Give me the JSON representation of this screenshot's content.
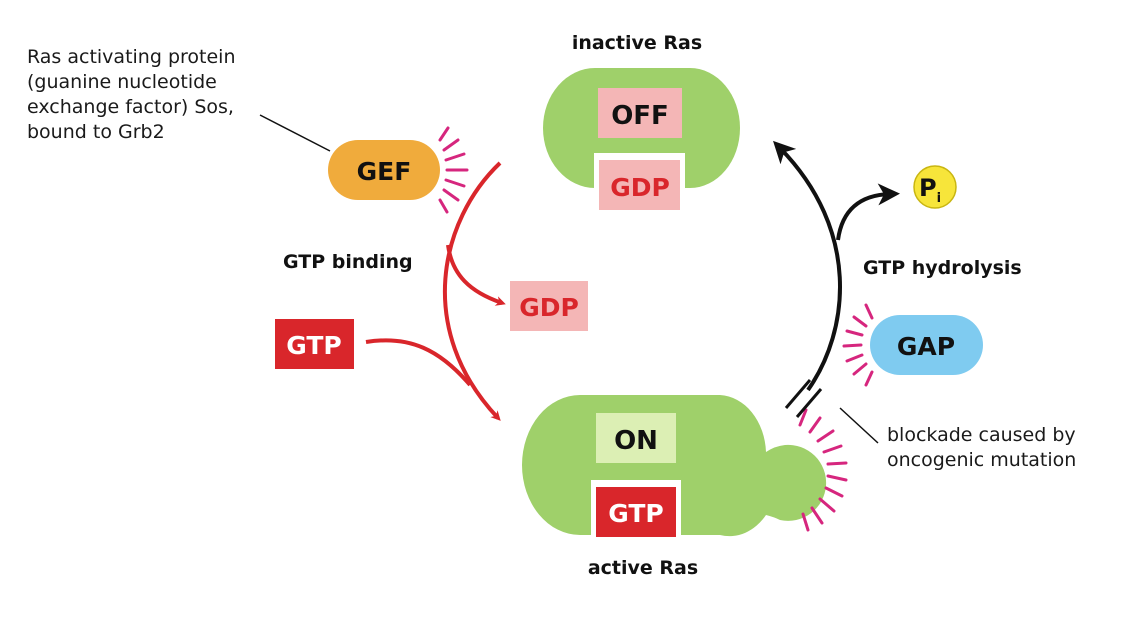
{
  "labels": {
    "inactive_ras": "inactive Ras",
    "active_ras": "active Ras",
    "gef_desc": [
      "Ras activating protein",
      "(guanine nucleotide",
      "exchange factor) Sos,",
      "bound to Grb2"
    ],
    "gtp_binding": "GTP binding",
    "gtp_hydrolysis": "GTP hydrolysis",
    "blockade": [
      "blockade caused by",
      "oncogenic mutation"
    ]
  },
  "boxes": {
    "off": "OFF",
    "gdp_bound": "GDP",
    "gdp_released": "GDP",
    "gtp_free": "GTP",
    "on": "ON",
    "gtp_bound": "GTP",
    "gef": "GEF",
    "gap": "GAP",
    "pi_main": "P",
    "pi_sub": "i"
  },
  "colors": {
    "ras_green": "#9fd06a",
    "gef_orange": "#f0ab3c",
    "gap_blue": "#7fcbf0",
    "pi_yellow": "#f7e53a",
    "pink_box": "#f4b6b6",
    "red_text": "#d9262b",
    "red_box": "#d9262b",
    "on_box": "#dcefb4",
    "spikes_magenta": "#d6267e",
    "red_arrow": "#d9262b",
    "black_arrow": "#111111"
  }
}
